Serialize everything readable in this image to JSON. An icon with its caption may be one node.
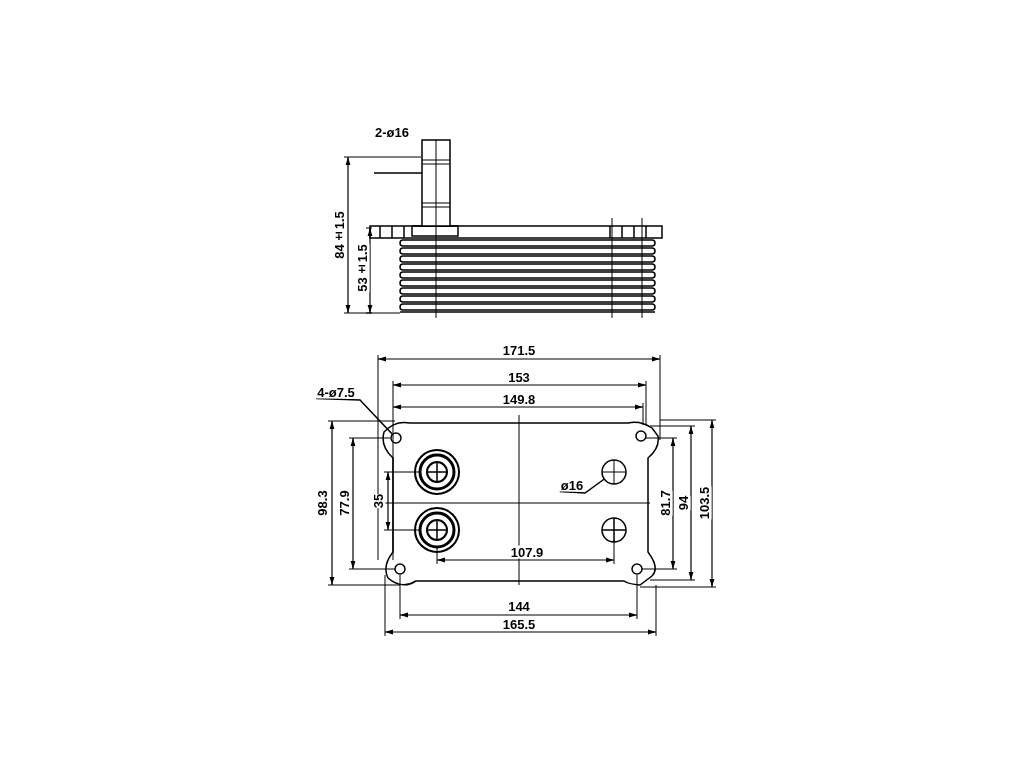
{
  "diagram": {
    "nodes": [
      {
        "text": [
          "2-ø16"
        ]
      },
      {
        "text": [],
        "shape": "box"
      },
      {
        "text": [
          "4-ø7.5"
        ]
      },
      {
        "text": [],
        "shape": "circle"
      },
      {
        "text": [
          "ø16"
        ]
      },
      {
        "text": [],
        "shape": "circle"
      }
    ],
    "edges": [
      {
        "from": 0,
        "to": 1,
        "arrow": "none"
      },
      {
        "from": 2,
        "to": 3,
        "arrow": "none"
      },
      {
        "from": 4,
        "to": 5,
        "arrow": "none"
      }
    ],
    "labels": [
      "84±1.5",
      "53±1.5",
      "171.5",
      "153",
      "149.8",
      "98.3",
      "77.9",
      "35",
      "81.7",
      "94",
      "103.5",
      "107.9",
      "144",
      "165.5"
    ]
  }
}
